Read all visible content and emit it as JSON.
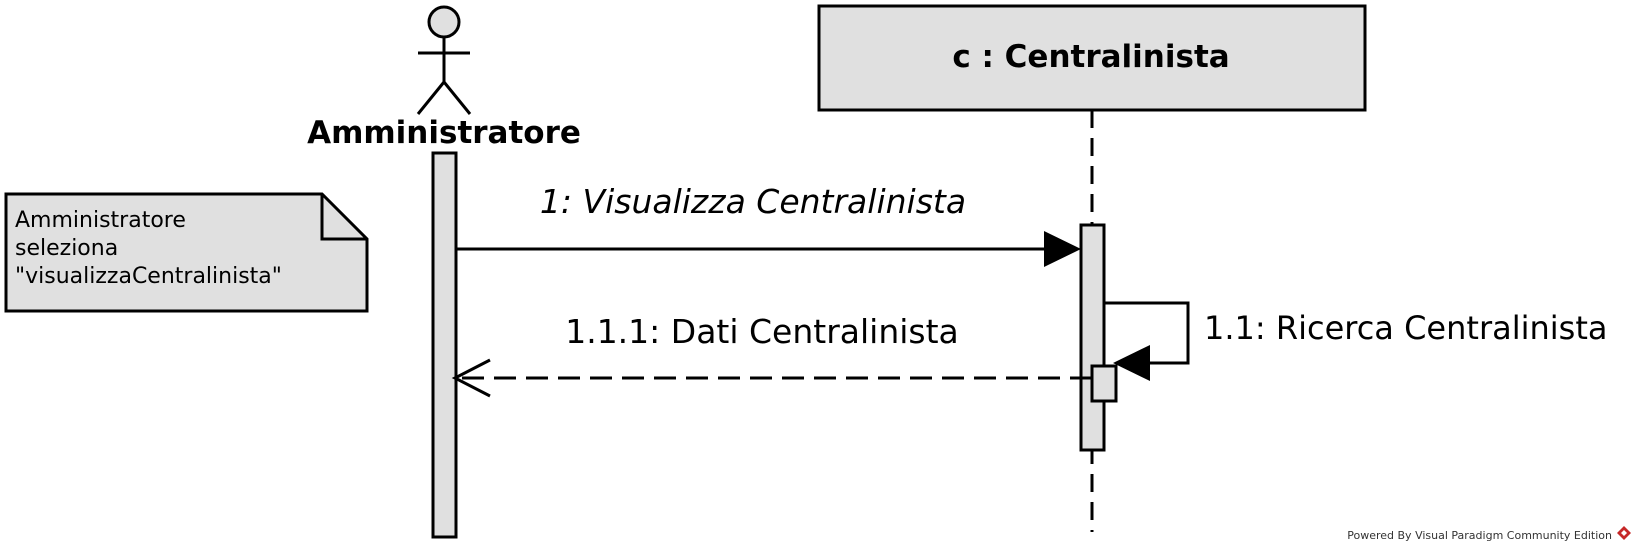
{
  "diagram": {
    "actor": {
      "name": "Amministratore"
    },
    "lifeline": {
      "name": "c : Centralinista"
    },
    "note": {
      "lines": [
        "Amministratore",
        "seleziona",
        "\"visualizzaCentralinista\""
      ]
    },
    "messages": {
      "m1": "1: Visualizza Centralinista",
      "m11": "1.1: Ricerca Centralinista",
      "m111": "1.1.1: Dati Centralinista"
    },
    "footer": "Powered By Visual Paradigm Community Edition"
  }
}
